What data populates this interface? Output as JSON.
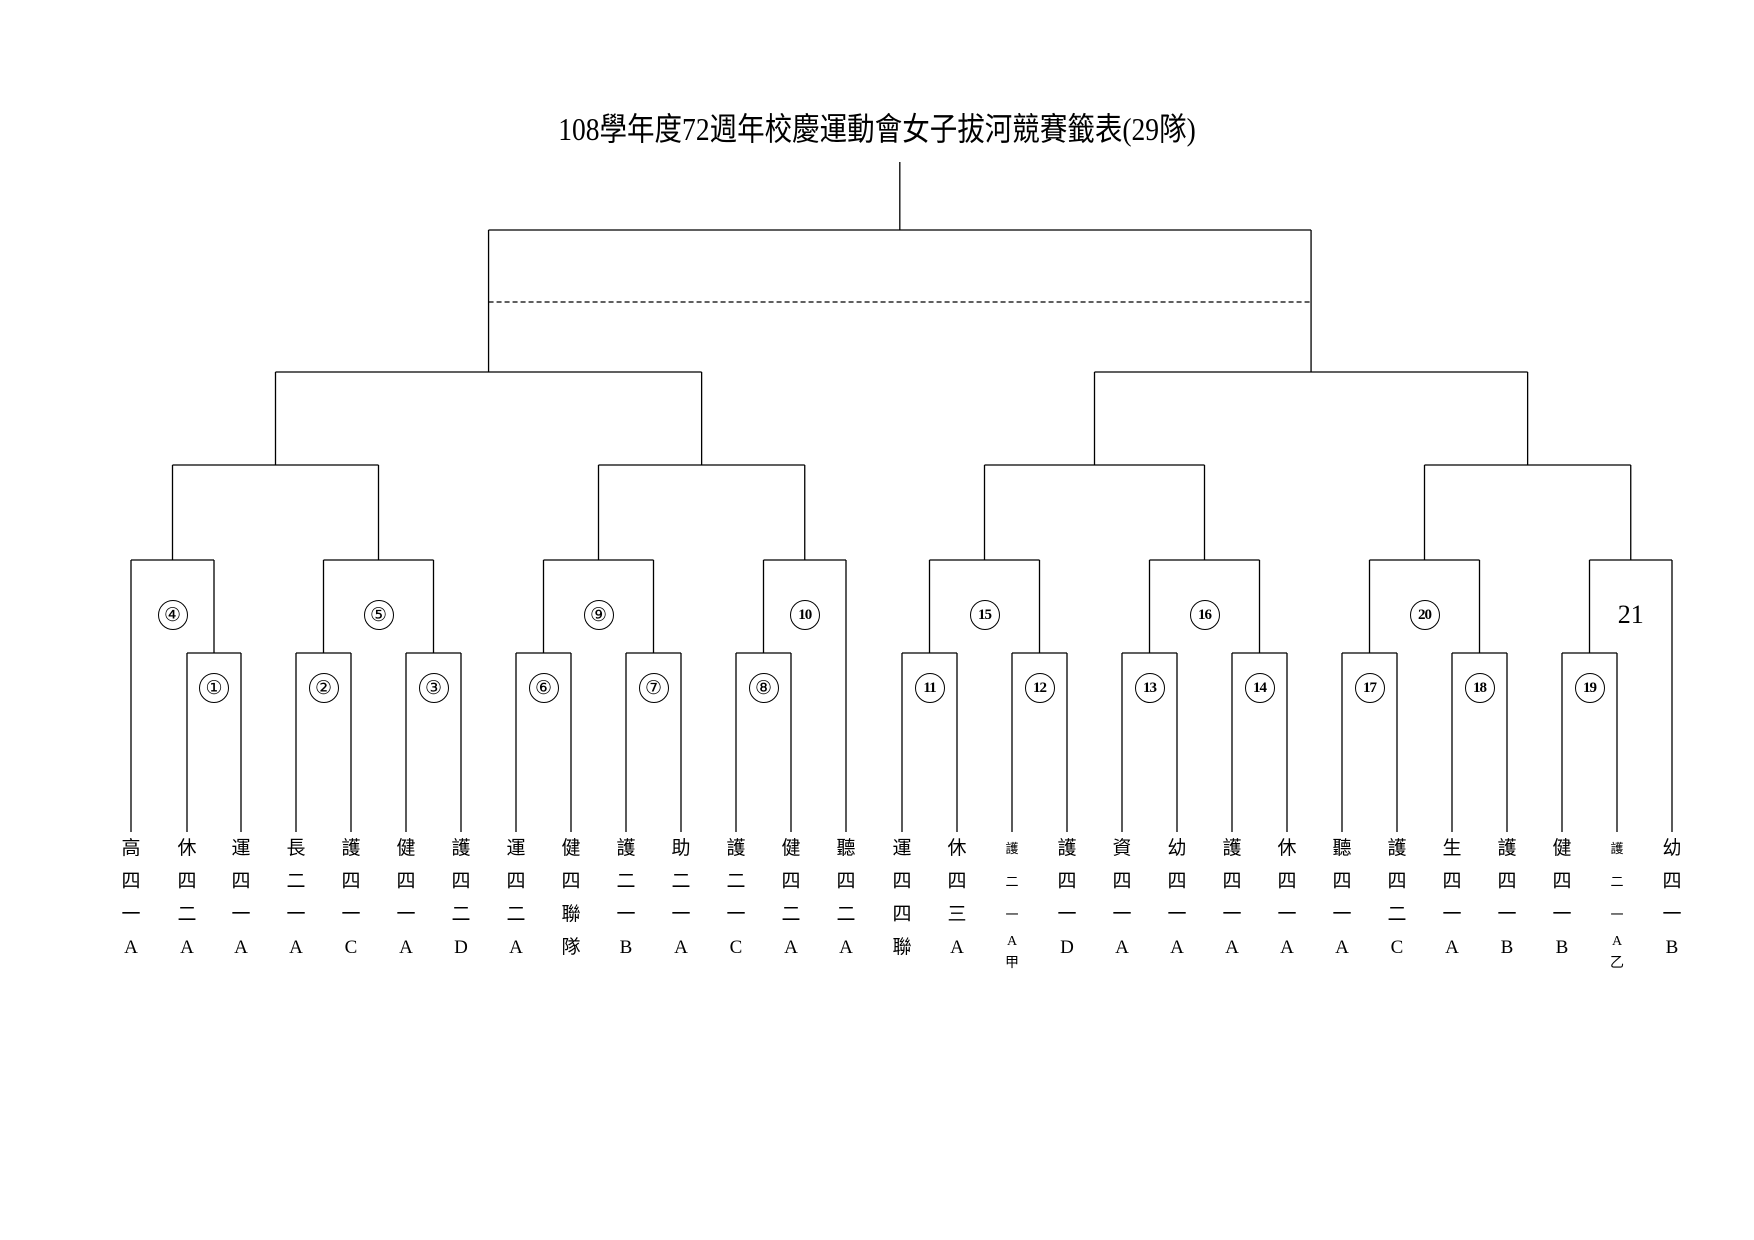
{
  "title": "108學年度72週年校慶運動會女子拔河競賽籤表(29隊)",
  "teams": [
    {
      "chars": [
        "高",
        "四",
        "一",
        "A"
      ]
    },
    {
      "chars": [
        "休",
        "四",
        "二",
        "A"
      ]
    },
    {
      "chars": [
        "運",
        "四",
        "一",
        "A"
      ]
    },
    {
      "chars": [
        "長",
        "二",
        "一",
        "A"
      ]
    },
    {
      "chars": [
        "護",
        "四",
        "一",
        "C"
      ]
    },
    {
      "chars": [
        "健",
        "四",
        "一",
        "A"
      ]
    },
    {
      "chars": [
        "護",
        "四",
        "二",
        "D"
      ]
    },
    {
      "chars": [
        "運",
        "四",
        "二",
        "A"
      ]
    },
    {
      "chars": [
        "健",
        "四",
        "聯",
        "隊"
      ]
    },
    {
      "chars": [
        "護",
        "二",
        "一",
        "B"
      ]
    },
    {
      "chars": [
        "助",
        "二",
        "一",
        "A"
      ]
    },
    {
      "chars": [
        "護",
        "二",
        "一",
        "C"
      ]
    },
    {
      "chars": [
        "健",
        "四",
        "二",
        "A"
      ]
    },
    {
      "chars": [
        "聽",
        "四",
        "二",
        "A"
      ]
    },
    {
      "chars": [
        "運",
        "四",
        "四",
        "聯"
      ]
    },
    {
      "chars": [
        "休",
        "四",
        "三",
        "A"
      ]
    },
    {
      "chars": [
        "護",
        "二",
        "一",
        "A",
        "甲"
      ],
      "small": true
    },
    {
      "chars": [
        "護",
        "四",
        "一",
        "D"
      ]
    },
    {
      "chars": [
        "資",
        "四",
        "一",
        "A"
      ]
    },
    {
      "chars": [
        "幼",
        "四",
        "一",
        "A"
      ]
    },
    {
      "chars": [
        "護",
        "四",
        "一",
        "A"
      ]
    },
    {
      "chars": [
        "休",
        "四",
        "一",
        "A"
      ]
    },
    {
      "chars": [
        "聽",
        "四",
        "一",
        "A"
      ]
    },
    {
      "chars": [
        "護",
        "四",
        "二",
        "C"
      ]
    },
    {
      "chars": [
        "生",
        "四",
        "一",
        "A"
      ]
    },
    {
      "chars": [
        "護",
        "四",
        "一",
        "B"
      ]
    },
    {
      "chars": [
        "健",
        "四",
        "一",
        "B"
      ]
    },
    {
      "chars": [
        "護",
        "二",
        "一",
        "A",
        "乙"
      ],
      "small": true
    },
    {
      "chars": [
        "幼",
        "四",
        "一",
        "B"
      ]
    }
  ],
  "match_numbers": [
    {
      "label": "①"
    },
    {
      "label": "②"
    },
    {
      "label": "③"
    },
    {
      "label": "④"
    },
    {
      "label": "⑤"
    },
    {
      "label": "⑥"
    },
    {
      "label": "⑦"
    },
    {
      "label": "⑧"
    },
    {
      "label": "⑨"
    },
    {
      "label": "10"
    },
    {
      "label": "11"
    },
    {
      "label": "12"
    },
    {
      "label": "13"
    },
    {
      "label": "14"
    },
    {
      "label": "15"
    },
    {
      "label": "16"
    },
    {
      "label": "17"
    },
    {
      "label": "18"
    },
    {
      "label": "19"
    },
    {
      "label": "20"
    },
    {
      "label": "21"
    }
  ]
}
